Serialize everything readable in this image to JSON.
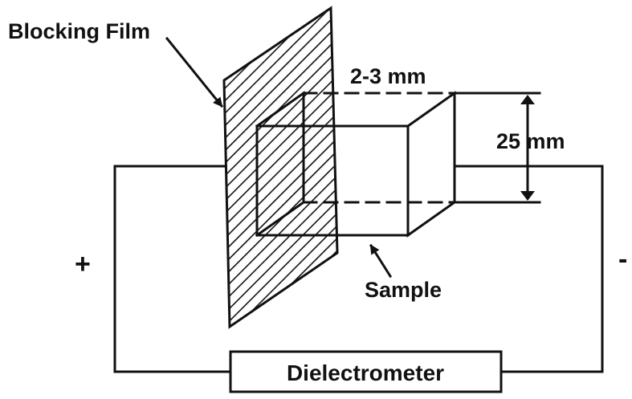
{
  "labels": {
    "blocking_film": "Blocking Film",
    "thickness": "2-3 mm",
    "height": "25 mm",
    "sample": "Sample",
    "plus": "+",
    "minus": "-"
  },
  "instrument": {
    "name": "Dielectrometer"
  },
  "colors": {
    "ink": "#111111",
    "background": "#ffffff"
  }
}
